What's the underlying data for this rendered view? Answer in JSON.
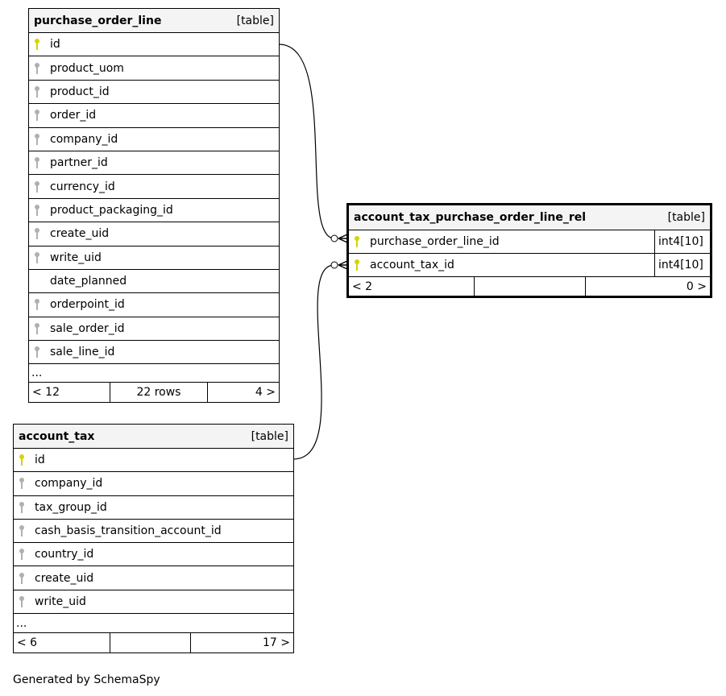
{
  "tables": [
    {
      "id": "purchase_order_line",
      "name": "purchase_order_line",
      "kind": "[table]",
      "columns": [
        {
          "name": "id",
          "key": "primary"
        },
        {
          "name": "product_uom",
          "key": "foreign"
        },
        {
          "name": "product_id",
          "key": "foreign"
        },
        {
          "name": "order_id",
          "key": "foreign"
        },
        {
          "name": "company_id",
          "key": "foreign"
        },
        {
          "name": "partner_id",
          "key": "foreign"
        },
        {
          "name": "currency_id",
          "key": "foreign"
        },
        {
          "name": "product_packaging_id",
          "key": "foreign"
        },
        {
          "name": "create_uid",
          "key": "foreign"
        },
        {
          "name": "write_uid",
          "key": "foreign"
        },
        {
          "name": "date_planned",
          "key": "none"
        },
        {
          "name": "orderpoint_id",
          "key": "foreign"
        },
        {
          "name": "sale_order_id",
          "key": "foreign"
        },
        {
          "name": "sale_line_id",
          "key": "foreign"
        }
      ],
      "ellipsis": "...",
      "footer": [
        "< 12",
        "22 rows",
        "4 >"
      ]
    },
    {
      "id": "account_tax",
      "name": "account_tax",
      "kind": "[table]",
      "columns": [
        {
          "name": "id",
          "key": "primary"
        },
        {
          "name": "company_id",
          "key": "foreign"
        },
        {
          "name": "tax_group_id",
          "key": "foreign"
        },
        {
          "name": "cash_basis_transition_account_id",
          "key": "foreign"
        },
        {
          "name": "country_id",
          "key": "foreign"
        },
        {
          "name": "create_uid",
          "key": "foreign"
        },
        {
          "name": "write_uid",
          "key": "foreign"
        }
      ],
      "ellipsis": "...",
      "footer": [
        "< 6",
        "",
        "17 >"
      ]
    },
    {
      "id": "rel",
      "name": "account_tax_purchase_order_line_rel",
      "kind": "[table]",
      "columns": [
        {
          "name": "purchase_order_line_id",
          "key": "primary",
          "type": "int4[10]"
        },
        {
          "name": "account_tax_id",
          "key": "primary",
          "type": "int4[10]"
        }
      ],
      "footer": [
        "< 2",
        "",
        "0 >"
      ]
    }
  ],
  "colors": {
    "primary_key": "#d4d400",
    "foreign_key": "#b0b0b0"
  },
  "credit": "Generated by SchemaSpy"
}
